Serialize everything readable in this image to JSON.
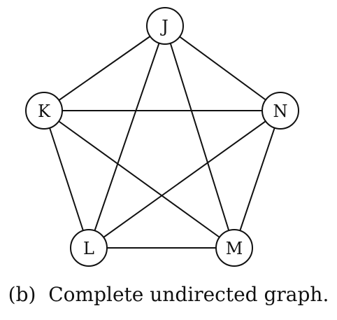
{
  "graph": {
    "nodes": [
      {
        "id": "J",
        "label": "J"
      },
      {
        "id": "K",
        "label": "K"
      },
      {
        "id": "N",
        "label": "N"
      },
      {
        "id": "L",
        "label": "L"
      },
      {
        "id": "M",
        "label": "M"
      }
    ],
    "edges": [
      [
        "J",
        "K"
      ],
      [
        "J",
        "N"
      ],
      [
        "J",
        "L"
      ],
      [
        "J",
        "M"
      ],
      [
        "K",
        "N"
      ],
      [
        "K",
        "L"
      ],
      [
        "K",
        "M"
      ],
      [
        "N",
        "L"
      ],
      [
        "N",
        "M"
      ],
      [
        "L",
        "M"
      ]
    ],
    "colors": {
      "stroke": "#111111",
      "node_fill": "#ffffff"
    }
  },
  "caption": {
    "tag": "(b)",
    "text": "Complete undirected graph."
  }
}
